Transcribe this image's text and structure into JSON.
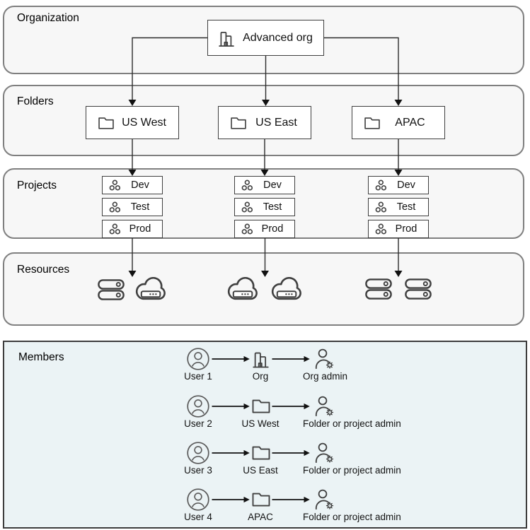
{
  "sections": {
    "organization": {
      "label": "Organization"
    },
    "folders": {
      "label": "Folders"
    },
    "projects": {
      "label": "Projects"
    },
    "resources": {
      "label": "Resources"
    },
    "members": {
      "label": "Members"
    }
  },
  "organization": {
    "node": {
      "label": "Advanced org",
      "icon": "org-building-icon"
    }
  },
  "folders": {
    "items": [
      {
        "label": "US West",
        "icon": "folder-icon"
      },
      {
        "label": "US East",
        "icon": "folder-icon"
      },
      {
        "label": "APAC",
        "icon": "folder-icon"
      }
    ]
  },
  "projects": {
    "labels": [
      "Dev",
      "Test",
      "Prod"
    ],
    "icon": "project-dots-icon",
    "columns": 3
  },
  "resources": {
    "groups": [
      {
        "icons": [
          "server-stack-icon",
          "cloud-server-icon"
        ]
      },
      {
        "icons": [
          "cloud-server-icon",
          "cloud-server-icon"
        ]
      },
      {
        "icons": [
          "server-stack-icon",
          "server-stack-icon"
        ]
      }
    ]
  },
  "members": {
    "rows": [
      {
        "user": "User 1",
        "user_icon": "user-icon",
        "target": "Org",
        "target_icon": "org-building-icon",
        "role": "Org admin",
        "role_icon": "admin-gear-icon"
      },
      {
        "user": "User 2",
        "user_icon": "user-icon",
        "target": "US West",
        "target_icon": "folder-icon",
        "role": "Folder or project admin",
        "role_icon": "admin-gear-icon"
      },
      {
        "user": "User 3",
        "user_icon": "user-icon",
        "target": "US East",
        "target_icon": "folder-icon",
        "role": "Folder or project admin",
        "role_icon": "admin-gear-icon"
      },
      {
        "user": "User 4",
        "user_icon": "user-icon",
        "target": "APAC",
        "target_icon": "folder-icon",
        "role": "Folder or project admin",
        "role_icon": "admin-gear-icon"
      }
    ]
  },
  "colors": {
    "section_fill": "#f7f7f7",
    "section_border": "#7f7f7f",
    "members_fill": "#ebf3f5",
    "members_border": "#3d3d3d",
    "node_border": "#3f3f3f",
    "icon_stroke": "#404040",
    "user_icon_stroke": "#595959",
    "connector": "#2b2b2b"
  }
}
